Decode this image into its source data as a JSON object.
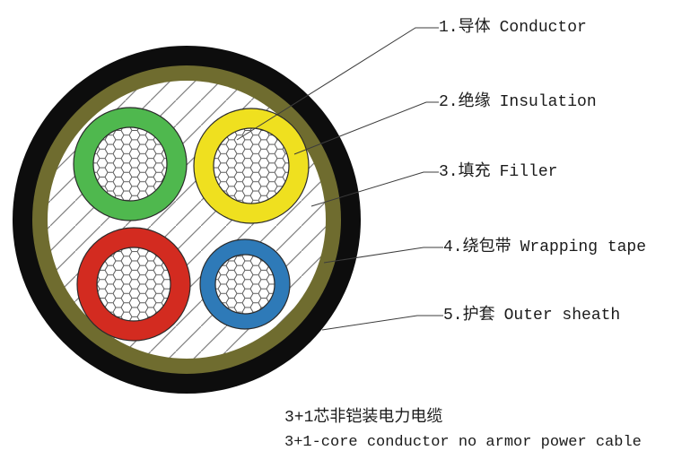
{
  "diagram": {
    "type": "cable-cross-section",
    "labels": [
      {
        "num": "1.",
        "zh": "导体",
        "en": "Conductor"
      },
      {
        "num": "2.",
        "zh": "绝缘",
        "en": "Insulation"
      },
      {
        "num": "3.",
        "zh": "填充",
        "en": "Filler"
      },
      {
        "num": "4.",
        "zh": "绕包带",
        "en": "Wrapping tape"
      },
      {
        "num": "5.",
        "zh": "护套",
        "en": "Outer sheath"
      }
    ],
    "caption": {
      "zh": "3+1芯非铠装电力电缆",
      "en": "3+1-core conductor no armor power cable"
    },
    "colors": {
      "outer_sheath": "#0d0d0d",
      "wrapping_tape": "#6f6c2f",
      "core_green": "#4fb84e",
      "core_yellow": "#efe01f",
      "core_red": "#d32b20",
      "core_blue": "#2e7ab8",
      "filler_white": "#ffffff",
      "hatch_line": "#7f7f7f",
      "hex_line": "#5a5a5a",
      "ring_outline": "#2b2b2b",
      "leader_line": "#3c3c3c",
      "text": "#1b1b1b"
    }
  }
}
